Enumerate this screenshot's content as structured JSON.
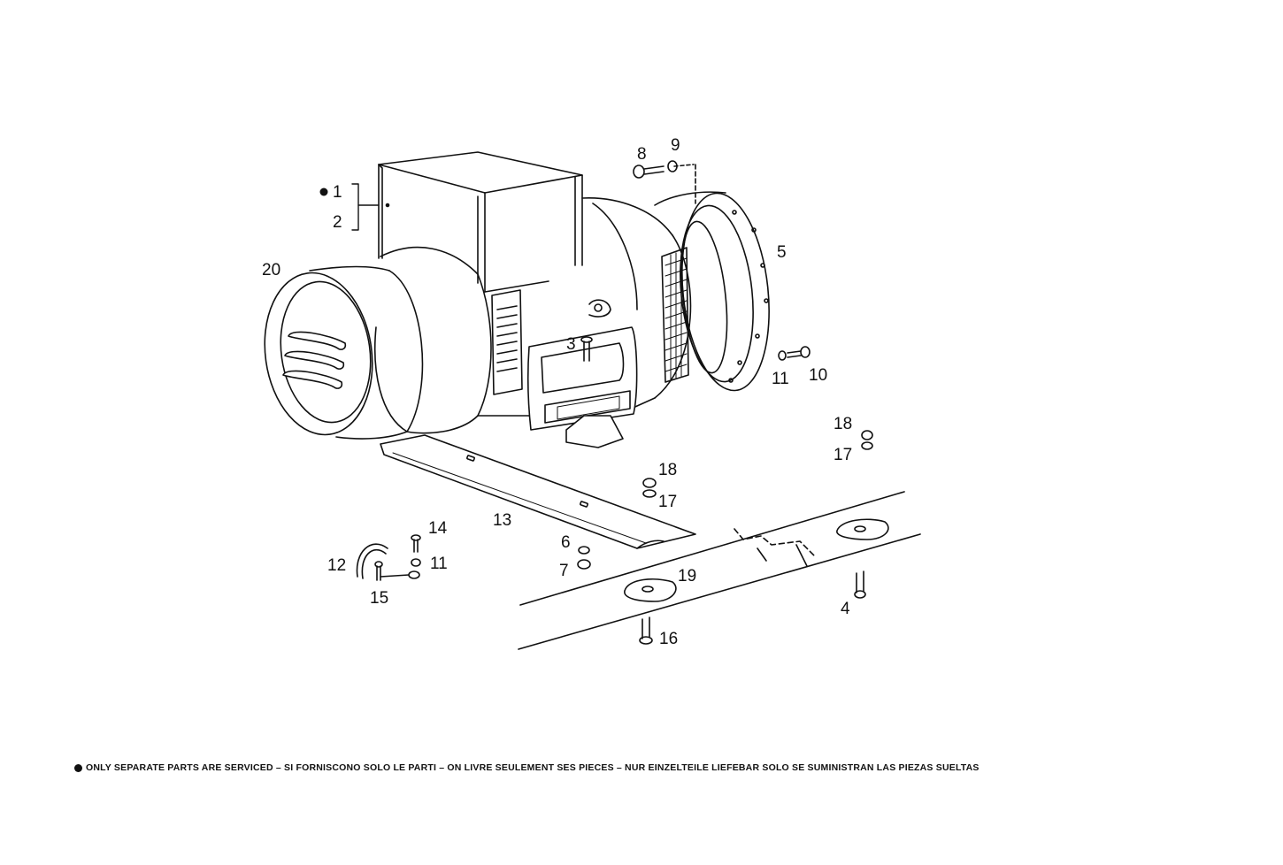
{
  "callouts": {
    "c1": "1",
    "c2": "2",
    "c3": "3",
    "c4": "4",
    "c5": "5",
    "c6": "6",
    "c7": "7",
    "c8": "8",
    "c9": "9",
    "c10": "10",
    "c11a": "11",
    "c11b": "11",
    "c12": "12",
    "c13": "13",
    "c14": "14",
    "c15": "15",
    "c16": "16",
    "c17a": "17",
    "c17b": "17",
    "c18a": "18",
    "c18b": "18",
    "c19": "19",
    "c20": "20"
  },
  "footer": {
    "note": "ONLY SEPARATE PARTS ARE SERVICED – SI FORNISCONO SOLO LE PARTI – ON LIVRE SEULEMENT SES PIECES – NUR EINZELTEILE LIEFEBAR    SOLO SE SUMINISTRAN LAS PIEZAS SUELTAS"
  }
}
